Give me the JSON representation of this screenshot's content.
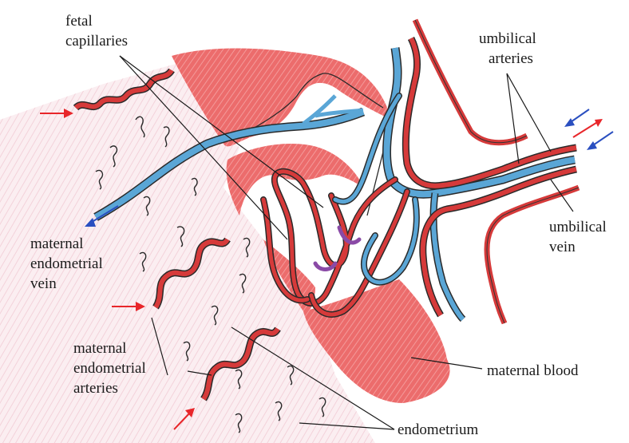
{
  "labels": {
    "fetal_capillaries": [
      "fetal",
      "capillaries"
    ],
    "umbilical_arteries": [
      "umbilical",
      "arteries"
    ],
    "umbilical_vein": [
      "umbilical",
      "vein"
    ],
    "maternal_endometrial_vein": [
      "maternal",
      "endometrial",
      "vein"
    ],
    "maternal_endometrial_arteries": [
      "maternal",
      "endometrial",
      "arteries"
    ],
    "maternal_blood": "maternal blood",
    "endometrium": "endometrium"
  },
  "colors": {
    "maternal_tissue": "#e85a5a",
    "endometrium_tint": "#f6dde3",
    "artery_red": "#d63a3a",
    "vein_blue": "#5aa6d6",
    "vein_blue_dark": "#2a6fb0",
    "arrow_red": "#e8262a",
    "arrow_blue": "#2a4fc0",
    "outline": "#2a2a2a"
  }
}
